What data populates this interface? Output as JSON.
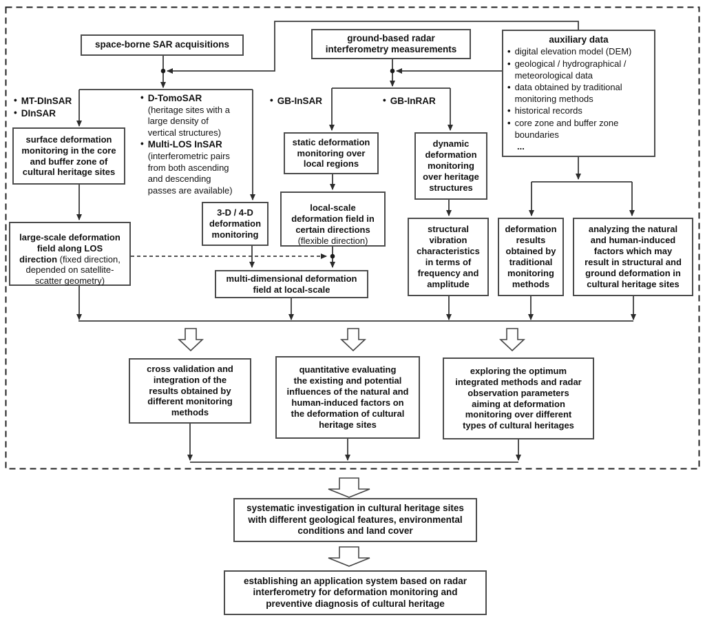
{
  "nodes": {
    "space_borne": "space-borne SAR acquisitions",
    "ground_based": "ground-based radar\ninterferometry measurements",
    "auxiliary": {
      "title": "auxiliary data",
      "items": [
        "digital elevation model (DEM)",
        "geological / hydrographical /\nmeteorological data",
        "data obtained by traditional\nmonitoring methods",
        "historical records",
        "core zone and buffer zone\nboundaries"
      ],
      "ellipsis": "...",
      "bullet": "•"
    },
    "mt_dinsar": "MT-DInSAR",
    "dinsar": "DInSAR",
    "d_tomo": {
      "name": "D-TomoSAR",
      "desc": "(heritage sites with a\nlarge density of\nvertical structures)"
    },
    "multi_los": {
      "name": "Multi-LOS InSAR",
      "desc": "(interferometric pairs\nfrom both ascending\nand descending\npasses are available)"
    },
    "gb_insar": "GB-InSAR",
    "gb_inrar": "GB-InRAR",
    "surface": "surface deformation\nmonitoring in the core\nand buffer zone of\ncultural heritage sites",
    "static_def": "static deformation\nmonitoring over\nlocal regions",
    "dynamic_def": "dynamic\ndeformation\nmonitoring\nover heritage\nstructures",
    "three_four_d": "3-D / 4-D\ndeformation\nmonitoring",
    "local_scale": {
      "bold": "local-scale\ndeformation field in\ncertain directions",
      "normal": "\n(flexible direction)"
    },
    "large_scale": {
      "bold": "large-scale deformation\nfield along LOS\ndirection",
      "normal": " (fixed direction,\ndepended on satellite-\nscatter geometry)"
    },
    "multi_dim": "multi-dimensional deformation\nfield at local-scale",
    "structural": "structural\nvibration\ncharacteristics\nin terms of\nfrequency and\namplitude",
    "def_results": "deformation\nresults\nobtained by\ntraditional\nmonitoring\nmethods",
    "analyzing": "analyzing the natural\nand human-induced\nfactors which may\nresult in structural and\nground deformation in\ncultural heritage sites",
    "cross_validation": "cross validation and\nintegration of the\nresults obtained by\ndifferent  monitoring\nmethods",
    "quantitative": "quantitative evaluating\nthe existing and potential\ninfluences of the natural and\nhuman-induced factors on\nthe deformation of cultural\nheritage sites",
    "exploring": "exploring the optimum\nintegrated methods and radar\nobservation parameters\naiming at deformation\nmonitoring over different\ntypes of cultural heritages",
    "systematic": "systematic investigation in cultural heritage sites\nwith different geological features, environmental\nconditions and land cover",
    "establishing": "establishing an application system based on radar\ninterferometry for deformation monitoring and\npreventive diagnosis of cultural heritage",
    "bullet": "•"
  },
  "colors": {
    "ink": "#111111",
    "line": "#3a3a3a",
    "box_border": "#4b4b4b",
    "background": "#ffffff"
  }
}
